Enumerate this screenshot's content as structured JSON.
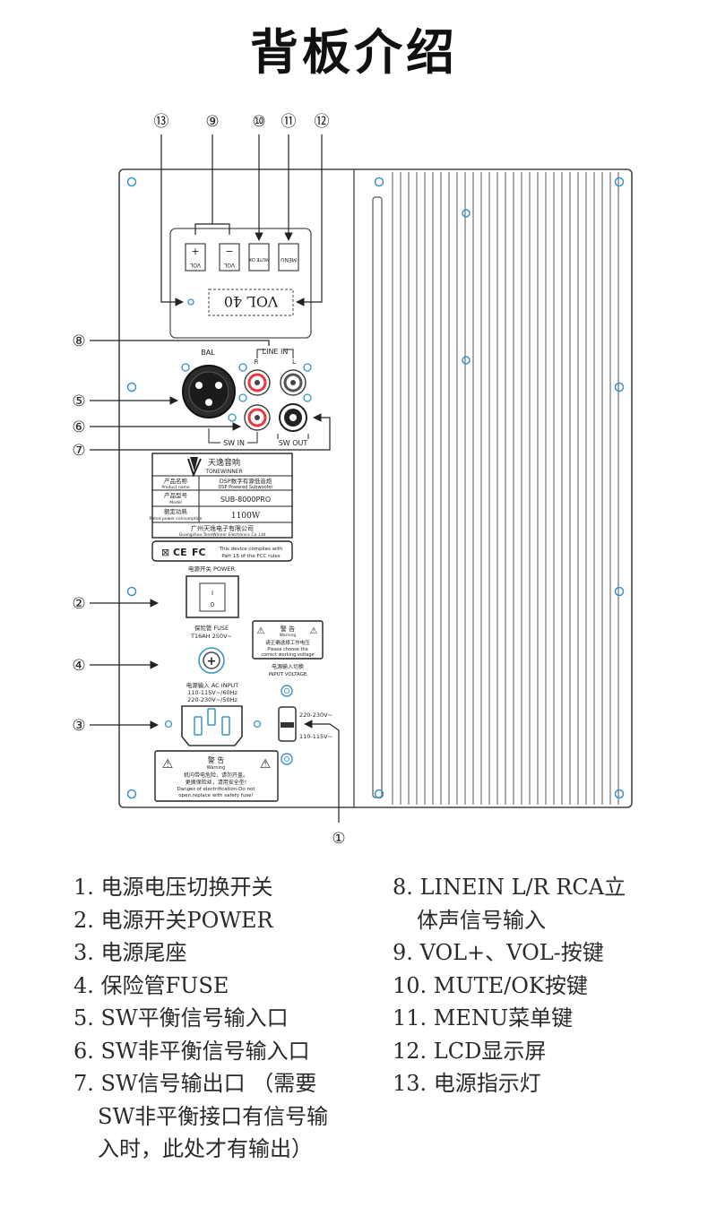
{
  "title": "背板介绍",
  "callouts": {
    "c1": "①",
    "c2": "②",
    "c3": "③",
    "c4": "④",
    "c5": "⑤",
    "c6": "⑥",
    "c7": "⑦",
    "c8": "⑧",
    "c9": "⑨",
    "c10": "⑩",
    "c11": "⑪",
    "c12": "⑫",
    "c13": "⑬"
  },
  "panel": {
    "buttons": {
      "vol_plus": "VOL",
      "vol_minus": "VOL",
      "mute_ok": "MUTE OK",
      "menu": "MENU"
    },
    "lcd": "VOL 40",
    "line_in": "LINE IN",
    "line_in_r": "R",
    "line_in_l": "L",
    "bal": "BAL",
    "sw_in": "SW IN",
    "sw_out": "SW OUT",
    "label_card": {
      "brand_cn": "天逸音响",
      "brand_en": "TONEWINNER",
      "rows": [
        {
          "key_cn": "产品名称",
          "key_en": "Product name",
          "value_cn": "DSP数字有源低音炮",
          "value_en": "DSP Powered Subwoofer"
        },
        {
          "key_cn": "产品型号",
          "key_en": "Model",
          "value_cn": "SUB-8000PRO",
          "value_en": ""
        },
        {
          "key_cn": "额定功耗",
          "key_en": "Rated power consumption",
          "value_cn": "1100W",
          "value_en": ""
        }
      ],
      "company_cn": "广州天逸电子有限公司",
      "company_en": "Guangzhou ToneWinner Electronics Co.,Ltd"
    },
    "fcc_text_1": "This device complies with",
    "fcc_text_2": "Part 15 of the FCC rules",
    "power_label": "电源开关 POWER",
    "fuse_label_1": "保险管 FUSE",
    "fuse_label_2": "T16AH 250V~",
    "warn1_title": "警 告",
    "warn1_title_en": "Warning",
    "warn1_l1": "请正确选择工作电压",
    "warn1_l2": "Please choose the",
    "warn1_l3": "correct working voltage",
    "voltage_label_1": "电源输入切换",
    "voltage_label_2": "INPUT VOLTAGE",
    "ac_label_1": "电源输入 AC INPUT",
    "ac_label_2": "110-115V~/60Hz",
    "ac_label_3": "220-230V~/50Hz",
    "v220": "220-230V~",
    "v110": "110-115V~",
    "warn2_title": "警 告",
    "warn2_title_en": "Warning",
    "warn2_l1": "机内带电危险，请勿开盖。",
    "warn2_l2": "更换保险丝，请用安全型!",
    "warn2_l3": "Danger of electrification-Do not",
    "warn2_l4": "open.replace with safety fuse!"
  },
  "legend_left": [
    {
      "line": "1. 电源电压切换开关"
    },
    {
      "line": "2. 电源开关POWER"
    },
    {
      "line": "3. 电源尾座"
    },
    {
      "line": "4. 保险管FUSE"
    },
    {
      "line": "5. SW平衡信号输入口"
    },
    {
      "line": "6. SW非平衡信号输入口"
    },
    {
      "line": "7. SW信号输出口 （需要",
      "cont1": "SW非平衡接口有信号输",
      "cont2": "入时，此处才有输出）"
    }
  ],
  "legend_right": [
    {
      "line": "8. LINEIN L/R RCA立",
      "cont1": "体声信号输入"
    },
    {
      "line": "9. VOL+、VOL-按键"
    },
    {
      "line": "10. MUTE/OK按键"
    },
    {
      "line": "11. MENU菜单键"
    },
    {
      "line": "12. LCD显示屏"
    },
    {
      "line": "13. 电源指示灯"
    }
  ]
}
